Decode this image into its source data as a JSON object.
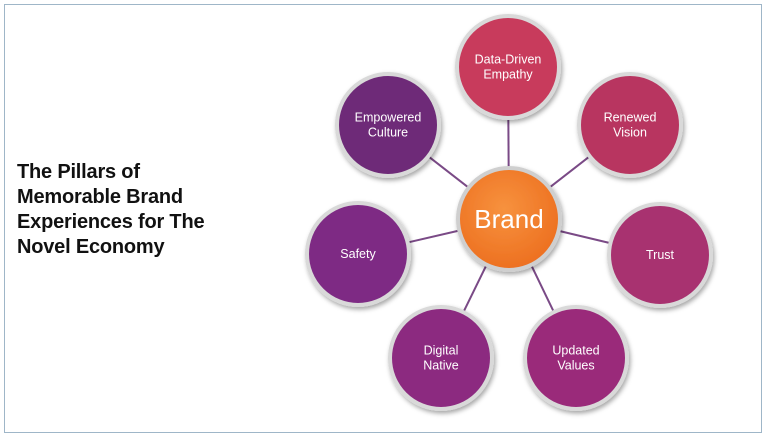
{
  "slide": {
    "title_lines": [
      "The Pillars of",
      "Memorable Brand",
      "Experiences for The",
      "Novel Economy"
    ]
  },
  "diagram": {
    "hub": {
      "label": "Brand",
      "color": "#f07a2a",
      "ring_color": "#cfcfcf"
    },
    "pillars": [
      {
        "lines": [
          "Data-Driven",
          "Empathy"
        ],
        "color": "#c83a5c"
      },
      {
        "lines": [
          "Renewed",
          "Vision"
        ],
        "color": "#b83460"
      },
      {
        "lines": [
          "Trust"
        ],
        "color": "#a83070"
      },
      {
        "lines": [
          "Updated",
          "Values"
        ],
        "color": "#9a2c7a"
      },
      {
        "lines": [
          "Digital",
          "Native"
        ],
        "color": "#8c2a80"
      },
      {
        "lines": [
          "Safety"
        ],
        "color": "#7e2c84"
      },
      {
        "lines": [
          "Empowered",
          "Culture"
        ],
        "color": "#6e2a78"
      }
    ],
    "connector_color": "#7a4a86"
  }
}
